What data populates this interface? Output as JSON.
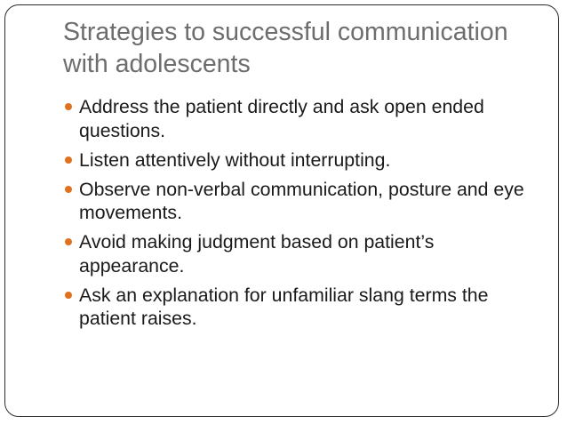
{
  "slide": {
    "title": "Strategies to successful communication with adolescents",
    "accent_color": "#e0711f",
    "bullet_icon": "circle-bullet-icon",
    "bullets": [
      "Address the patient directly and ask open ended questions.",
      "Listen attentively without interrupting.",
      "Observe non-verbal communication, posture and eye movements.",
      "Avoid making judgment based on patient’s appearance.",
      "Ask an explanation for  unfamiliar slang terms the patient raises."
    ]
  }
}
